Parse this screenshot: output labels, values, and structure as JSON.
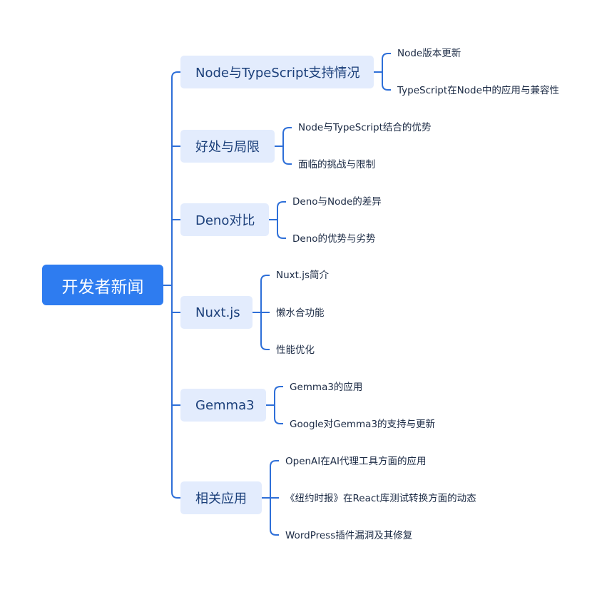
{
  "root": {
    "label": "开发者新闻"
  },
  "branches": [
    {
      "label": "Node与TypeScript支持情况",
      "children": [
        "Node版本更新",
        "TypeScript在Node中的应用与兼容性"
      ]
    },
    {
      "label": "好处与局限",
      "children": [
        "Node与TypeScript结合的优势",
        "面临的挑战与限制"
      ]
    },
    {
      "label": "Deno对比",
      "children": [
        "Deno与Node的差异",
        "Deno的优势与劣势"
      ]
    },
    {
      "label": "Nuxt.js",
      "children": [
        "Nuxt.js简介",
        "懒水合功能",
        "性能优化"
      ]
    },
    {
      "label": "Gemma3",
      "children": [
        "Gemma3的应用",
        "Google对Gemma3的支持与更新"
      ]
    },
    {
      "label": "相关应用",
      "children": [
        "OpenAI在AI代理工具方面的应用",
        "《纽约时报》在React库测试转换方面的动态",
        "WordPress插件漏洞及其修复"
      ]
    }
  ],
  "colors": {
    "root": "#2e7cf0",
    "branch_bg": "#e3ecfd",
    "connector": "#2e6fd8"
  }
}
